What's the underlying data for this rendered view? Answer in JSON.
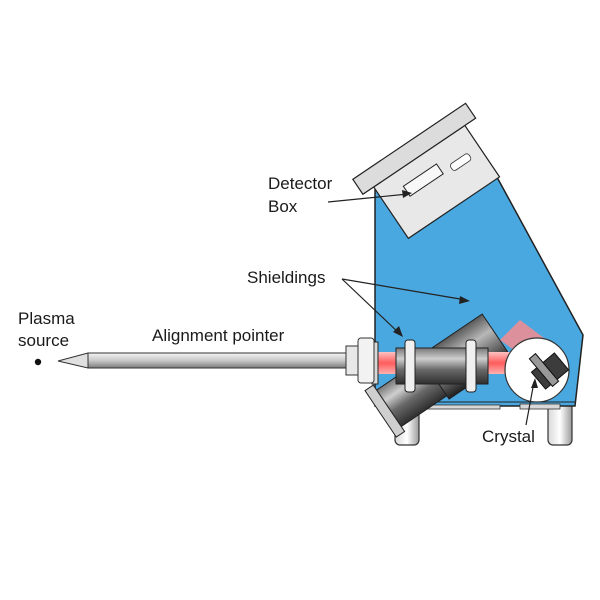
{
  "labels": {
    "detector_line1": "Detector",
    "detector_line2": "Box",
    "shieldings": "Shieldings",
    "plasma_line1": "Plasma",
    "plasma_line2": "source",
    "alignment_pointer": "Alignment pointer",
    "crystal": "Crystal"
  },
  "colors": {
    "housing_fill": "#4aa8e0",
    "beam": "#ff6f6f",
    "metal_light": "#e4e4e4",
    "metal_dark": "#3c3c3c",
    "outline": "#222222"
  }
}
